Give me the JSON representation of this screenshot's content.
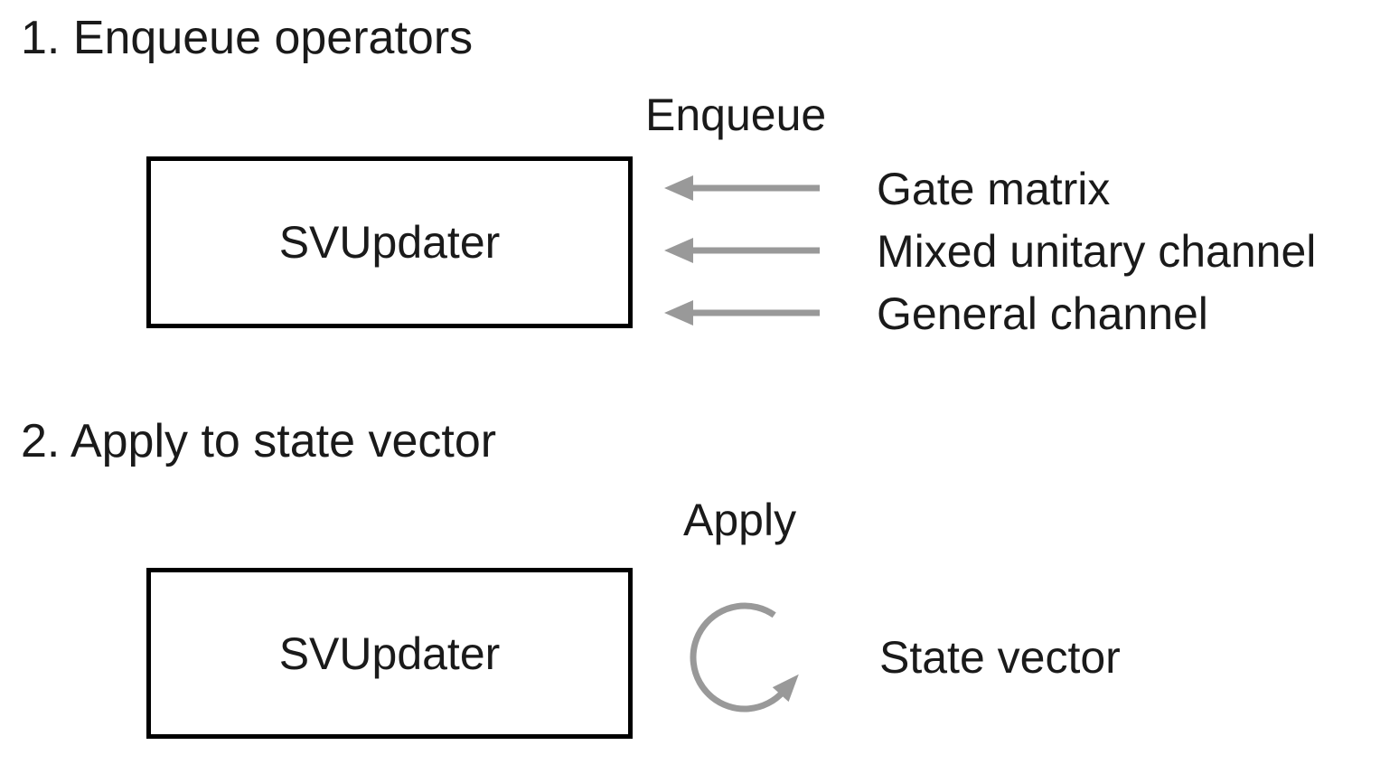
{
  "colors": {
    "text": "#1a1a1a",
    "arrow": "#999999",
    "box_border": "#000000",
    "background": "#ffffff"
  },
  "section_enqueue": {
    "heading": "1. Enqueue operators",
    "action_label": "Enqueue",
    "box_label": "SVUpdater",
    "inputs": [
      {
        "label": "Gate matrix"
      },
      {
        "label": "Mixed unitary channel"
      },
      {
        "label": "General channel"
      }
    ]
  },
  "section_apply": {
    "heading": "2. Apply to state vector",
    "action_label": "Apply",
    "box_label": "SVUpdater",
    "target_label": "State vector"
  }
}
